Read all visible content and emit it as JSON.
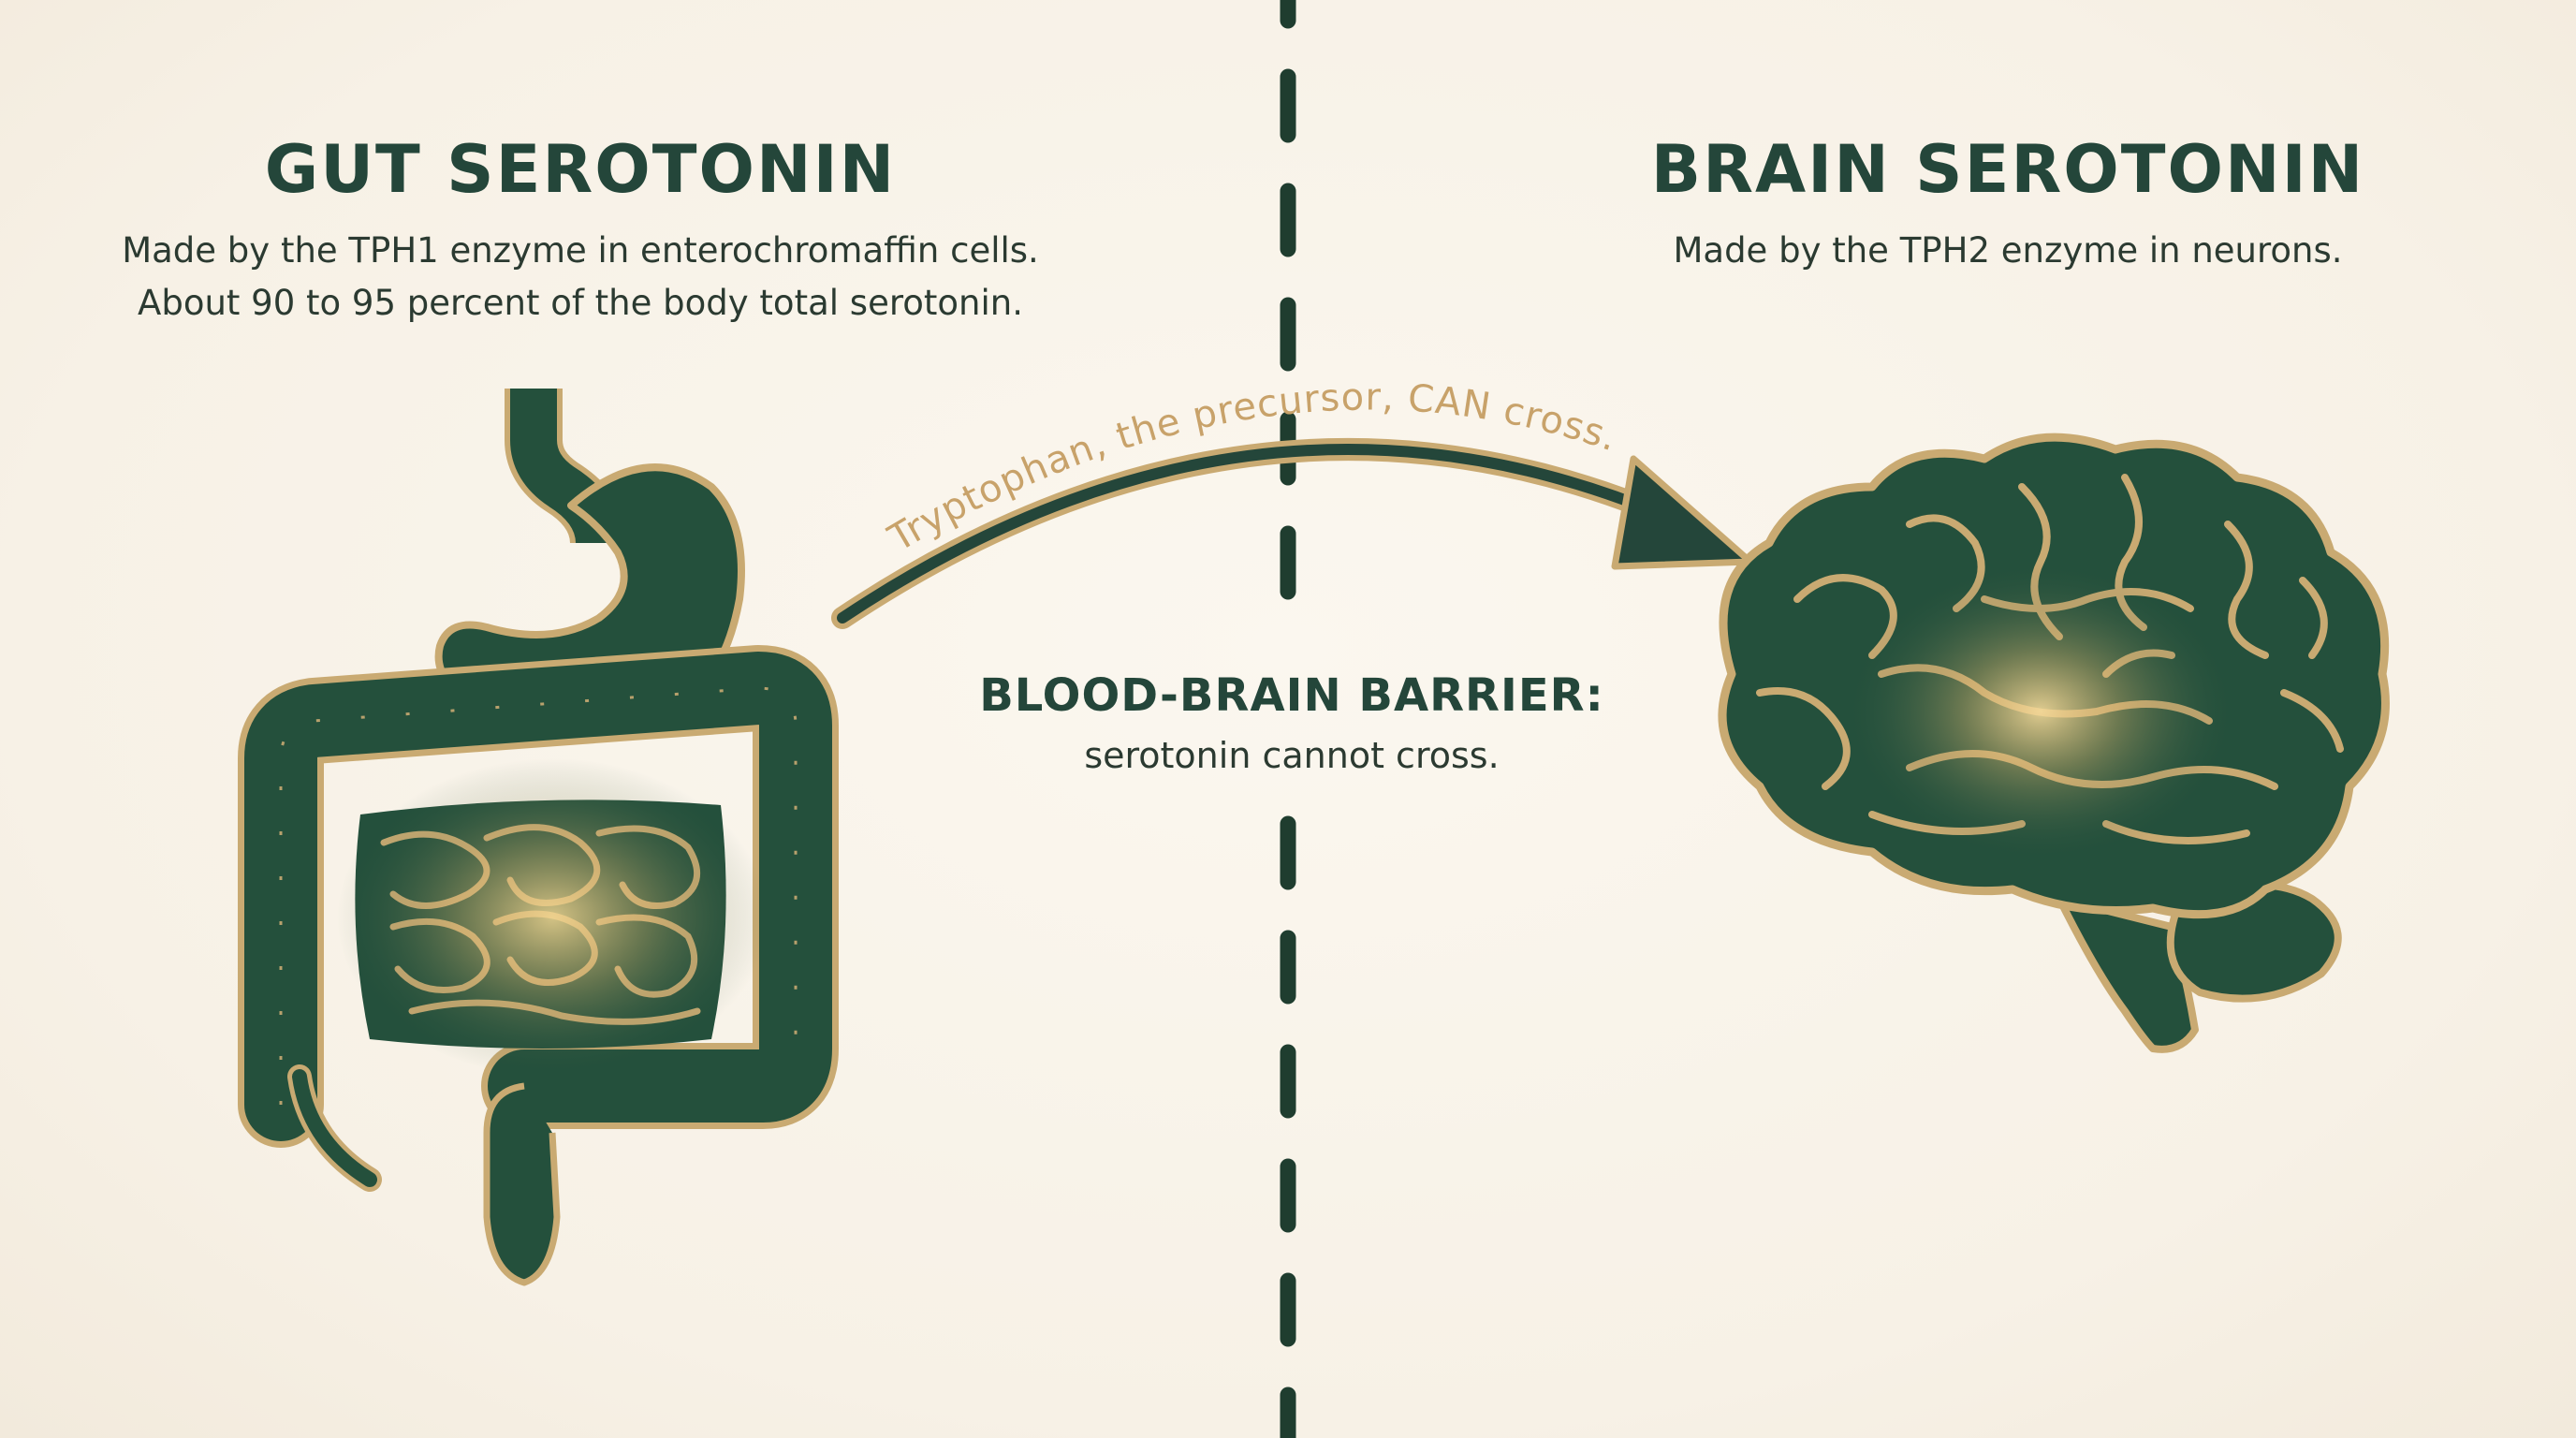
{
  "gut": {
    "title": "GUT SEROTONIN",
    "lines": [
      "Made by the TPH1 enzyme in enterochromaffin cells.",
      "About 90 to 95 percent of the body total serotonin."
    ]
  },
  "brain": {
    "title": "BRAIN SEROTONIN",
    "line": "Made by the TPH2 enzyme in neurons."
  },
  "barrier": {
    "title": "BLOOD-BRAIN BARRIER:",
    "subtitle": "serotonin cannot cross."
  },
  "arrow": {
    "label": "Tryptophan, the precursor, CAN cross."
  },
  "colors": {
    "background": "#f8f3ea",
    "organ_fill": "#24503c",
    "organ_outline": "#c9aa72",
    "glow": "#e9c983",
    "text_dark": "#24463a",
    "arrow_label": "#c8a26a"
  },
  "icons": [
    "digestive-system-icon",
    "brain-icon",
    "arrow-icon"
  ]
}
